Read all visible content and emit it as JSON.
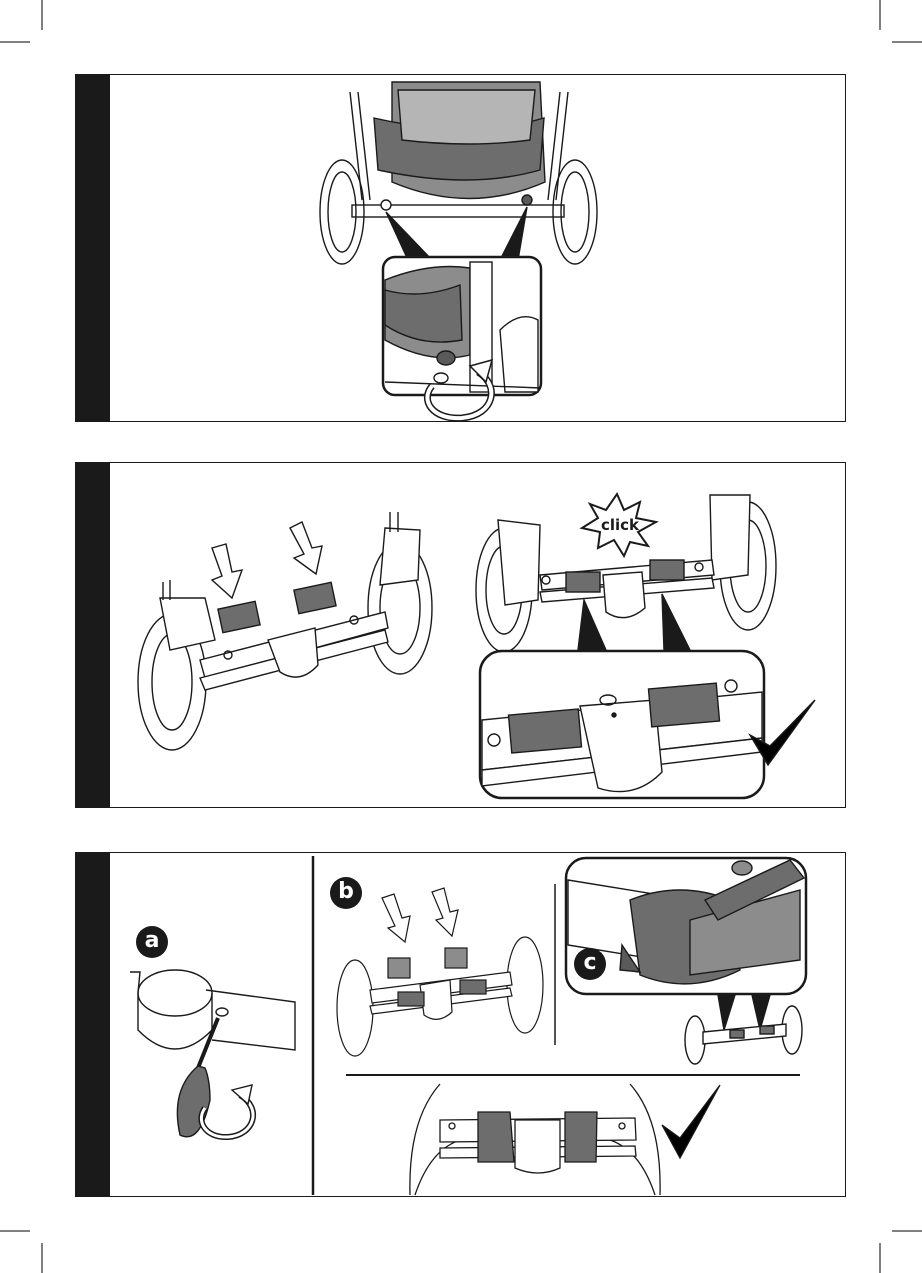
{
  "panels": [
    {
      "id": "step-1"
    },
    {
      "id": "step-2",
      "burst_text": "click"
    },
    {
      "id": "step-3",
      "labels": {
        "a": "a",
        "b": "b",
        "c": "c"
      }
    }
  ],
  "colors": {
    "ink": "#1a1a1a",
    "tone": "#8c8c8c",
    "dark_tone": "#5a5a5a",
    "check": "#000000"
  }
}
